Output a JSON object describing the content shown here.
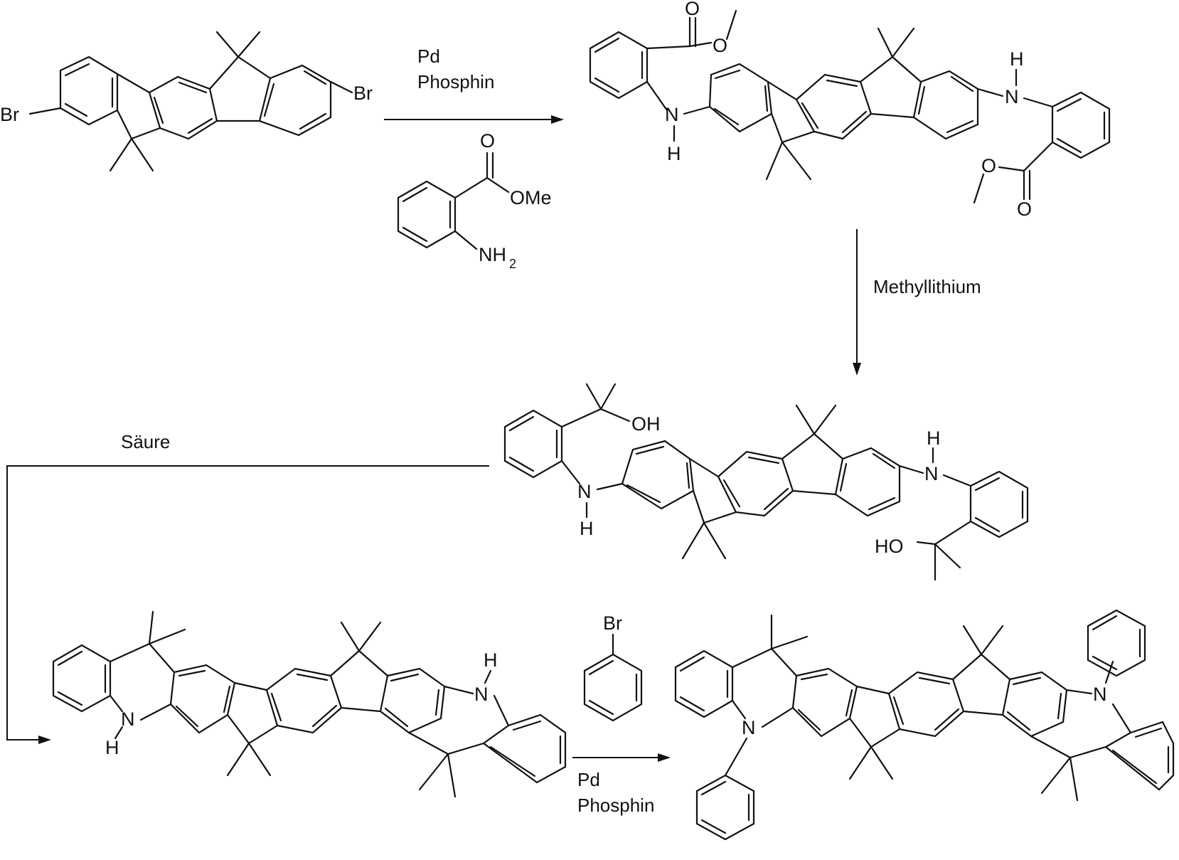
{
  "reagents": {
    "step1_catalyst": "Pd",
    "step1_ligand": "Phosphin",
    "step2": "Methyllithium",
    "step3": "Säure",
    "step4_catalyst": "Pd",
    "step4_ligand": "Phosphin"
  },
  "atom_labels": {
    "bromine": "Br",
    "nitrogen": "N",
    "hydrogen": "H",
    "nh2": "NH",
    "nh2_subscript": "2",
    "ome": "OMe",
    "oxygen": "O",
    "hydroxyl": "OH",
    "hydroxyl_left": "HO"
  }
}
